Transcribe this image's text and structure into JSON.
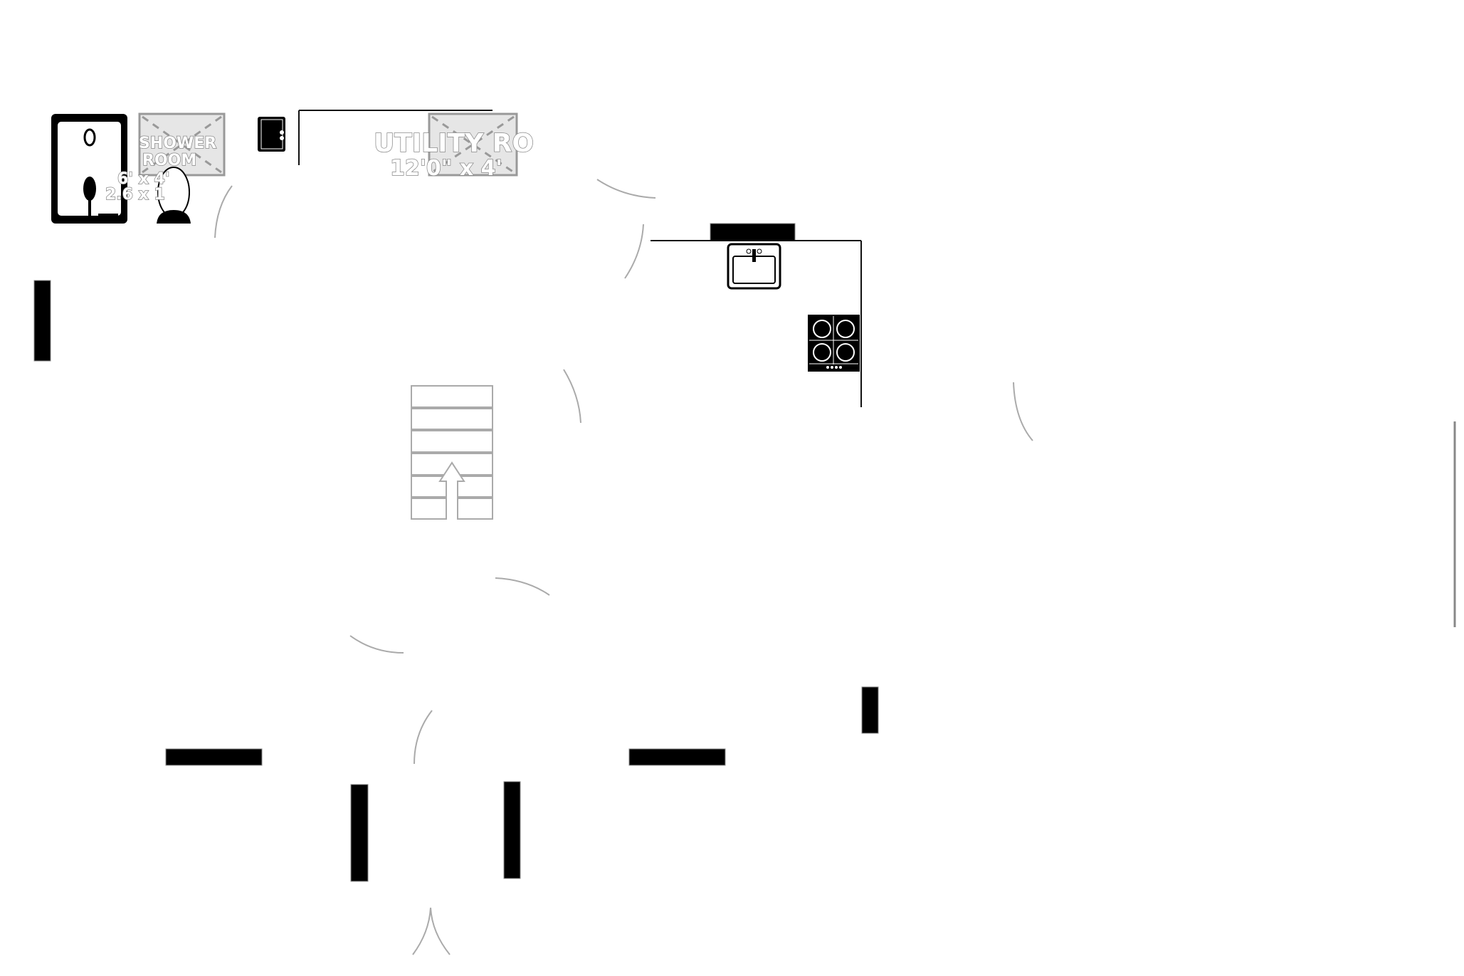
{
  "rooms": {
    "shower_room": {
      "name_line1": "SHOWER",
      "name_line2": "ROOM",
      "size_imperial": "6' x 4'",
      "size_metric": "2.6 x 1"
    },
    "utility_room": {
      "name": "UTILITY RO",
      "size_imperial": "12'0\" x 4'"
    }
  },
  "colors": {
    "wall": "#111111",
    "fixture_grey": "#e6e6e6",
    "door_arc": "#aaaaaa"
  }
}
